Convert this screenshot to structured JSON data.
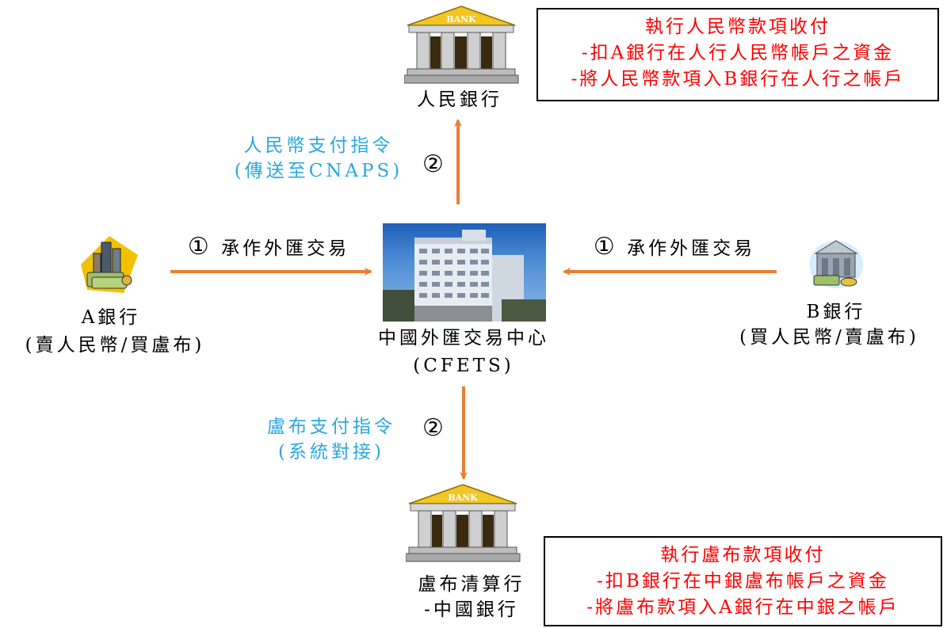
{
  "top_bank": {
    "name": "人民銀行",
    "sign": "BANK"
  },
  "bottom_bank": {
    "name_line1": "盧布清算行",
    "name_line2": "-中國銀行",
    "sign": "BANK"
  },
  "top_box": [
    "執行人民幣款項收付",
    "-扣A銀行在人行人民幣帳戶之資金",
    "-將人民幣款項入B銀行在人行之帳戶"
  ],
  "bottom_box": [
    "執行盧布款項收付",
    "-扣B銀行在中銀盧布帳戶之資金",
    "-將盧布款項入A銀行在中銀之帳戶"
  ],
  "step_top": {
    "num": "②",
    "line1": "人民幣支付指令",
    "line2": "(傳送至CNAPS)"
  },
  "step_bottom": {
    "num": "②",
    "line1": "盧布支付指令",
    "line2": "(系統對接)"
  },
  "step_left": {
    "num": "①",
    "label": "承作外匯交易"
  },
  "step_right": {
    "num": "①",
    "label": "承作外匯交易"
  },
  "bank_a": {
    "name": "A銀行",
    "role": "(賣人民幣/買盧布)"
  },
  "bank_b": {
    "name": "B銀行",
    "role": "(買人民幣/賣盧布)"
  },
  "center": {
    "name": "中國外匯交易中心",
    "abbr": "(CFETS)"
  },
  "colors": {
    "arrow": "#ed7d31",
    "blue_text": "#2aa7e0",
    "red_text": "#ff0000",
    "bank_gold": "#f3c623"
  }
}
